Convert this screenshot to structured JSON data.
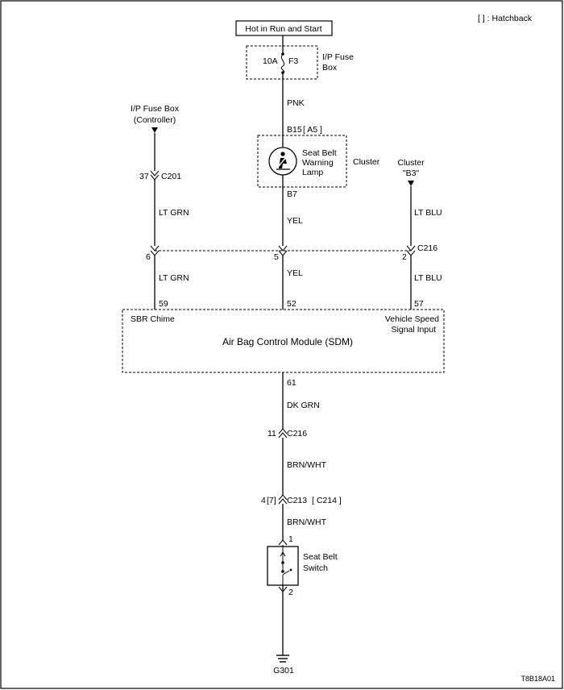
{
  "legend": "[ ] : Hatchback",
  "supply": "Hot in Run and Start",
  "fuse": {
    "rating": "10A",
    "id": "F3",
    "box_line1": "I/P Fuse",
    "box_line2": "Box"
  },
  "wires": {
    "pnk": "PNK",
    "yel_upper": "YEL",
    "yel_lower": "YEL",
    "ltgrn_upper": "LT GRN",
    "ltgrn_lower": "LT GRN",
    "ltblu_upper": "LT BLU",
    "ltblu_lower": "LT BLU",
    "dkgrn": "DK GRN",
    "brnwht_upper": "BRN/WHT",
    "brnwht_lower": "BRN/WHT"
  },
  "controller": {
    "line1": "I/P Fuse Box",
    "line2": "(Controller)"
  },
  "cluster_b3": {
    "line1": "Cluster",
    "line2": "\"B3\""
  },
  "lamp": {
    "pin_top": "B15",
    "pin_top_alt": "[ A5 ]",
    "pin_bottom": "B7",
    "line1": "Seat Belt",
    "line2": "Warning",
    "line3": "Lamp",
    "component": "Cluster"
  },
  "connectors": {
    "c201_pin": "37",
    "c201": "C201",
    "c216_top": "C216",
    "c216_pin_left": "6",
    "c216_pin_mid": "5",
    "c216_pin_right": "2",
    "c216_lower_pin": "11",
    "c216_lower": "C216",
    "c213_pin": "4",
    "c213_pin_alt": "[7]",
    "c213": "C213",
    "c214": "[ C214 ]"
  },
  "module": {
    "name": "Air Bag Control Module (SDM)",
    "left_label": "SBR Chime",
    "right_label_line1": "Vehicle Speed",
    "right_label_line2": "Signal Input",
    "pin_left": "59",
    "pin_mid": "52",
    "pin_right": "57",
    "pin_bottom": "61"
  },
  "switch": {
    "pin_top": "1",
    "pin_bottom": "2",
    "line1": "Seat Belt",
    "line2": "Switch"
  },
  "ground": "G301",
  "figure_code": "T8B18A01"
}
